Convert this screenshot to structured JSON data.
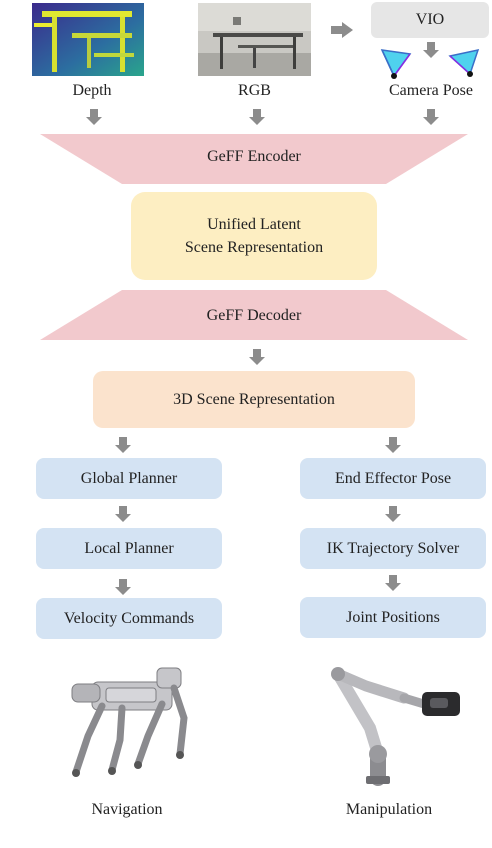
{
  "inputs": {
    "depth_label": "Depth",
    "rgb_label": "RGB",
    "vio_label": "VIO",
    "camera_pose_label": "Camera Pose"
  },
  "encoder": {
    "label": "GeFF Encoder"
  },
  "latent": {
    "line1": "Unified Latent",
    "line2": "Scene Representation"
  },
  "decoder": {
    "label": "GeFF Decoder"
  },
  "scene3d": {
    "label": "3D Scene Representation"
  },
  "navigation": {
    "steps": [
      "Global Planner",
      "Local Planner",
      "Velocity Commands"
    ],
    "caption": "Navigation"
  },
  "manipulation": {
    "steps": [
      "End Effector Pose",
      "IK Trajectory Solver",
      "Joint Positions"
    ],
    "caption": "Manipulation"
  },
  "colors": {
    "trapezoid": "#f2c9cd",
    "latent": "#fdeec2",
    "scene3d": "#fbe3cd",
    "step_box": "#d4e3f3",
    "arrow": "#8c8c8c",
    "vio_box": "#e6e6e6"
  },
  "icons": [
    "depth-image",
    "rgb-image",
    "camera-frustum-icon",
    "quadruped-robot-image",
    "robot-arm-image"
  ]
}
